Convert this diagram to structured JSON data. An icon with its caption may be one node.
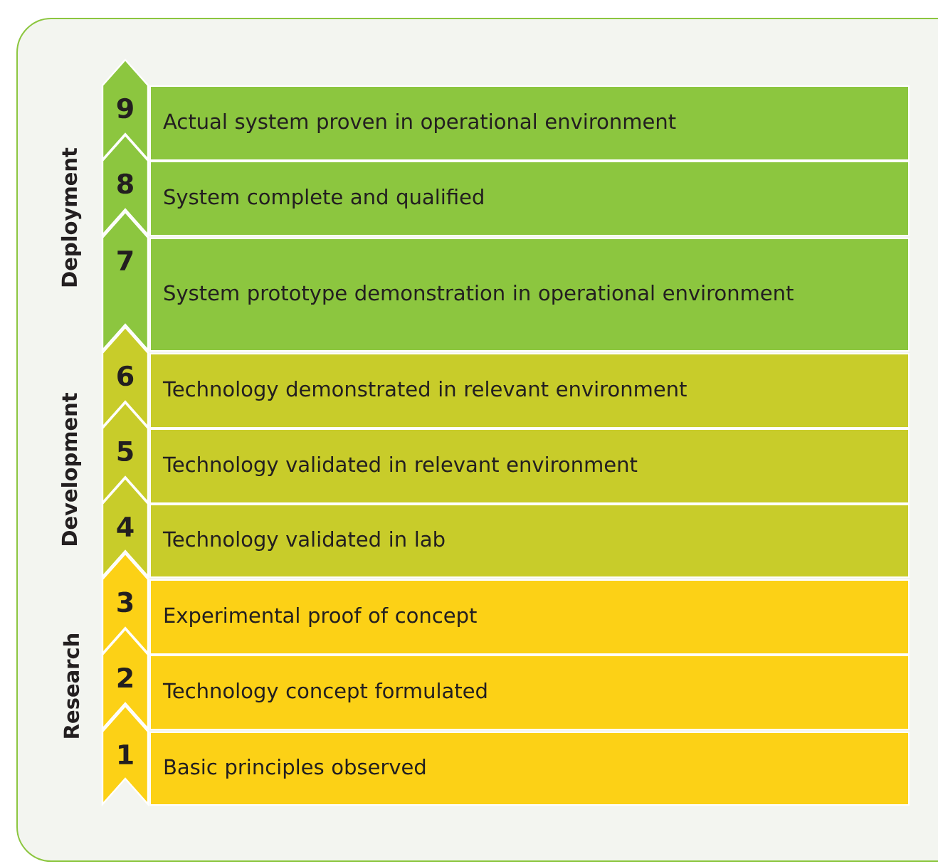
{
  "diagram": {
    "nodes": [
      {
        "text": [
          "9"
        ]
      },
      {
        "text": [
          "Actual system proven in operational environment"
        ]
      },
      {
        "text": [
          "8"
        ]
      },
      {
        "text": [
          "System complete and qualified"
        ]
      },
      {
        "text": [
          "7"
        ]
      },
      {
        "text": [
          "System prototype demonstration in operational environment"
        ]
      },
      {
        "text": [
          "6"
        ]
      },
      {
        "text": [
          "Technology demonstrated in relevant environment"
        ]
      },
      {
        "text": [
          "5"
        ]
      },
      {
        "text": [
          "Technology validated in relevant environment"
        ]
      },
      {
        "text": [
          "4"
        ]
      },
      {
        "text": [
          "Technology validated in lab"
        ]
      },
      {
        "text": [
          "3"
        ]
      },
      {
        "text": [
          "Experimental proof of concept"
        ]
      },
      {
        "text": [
          "2"
        ]
      },
      {
        "text": [
          "Technology concept formulated"
        ]
      },
      {
        "text": [
          "1"
        ]
      },
      {
        "text": [
          "Basic principles observed"
        ]
      }
    ],
    "labels": [
      "Deployment",
      "Development",
      "Research"
    ]
  }
}
